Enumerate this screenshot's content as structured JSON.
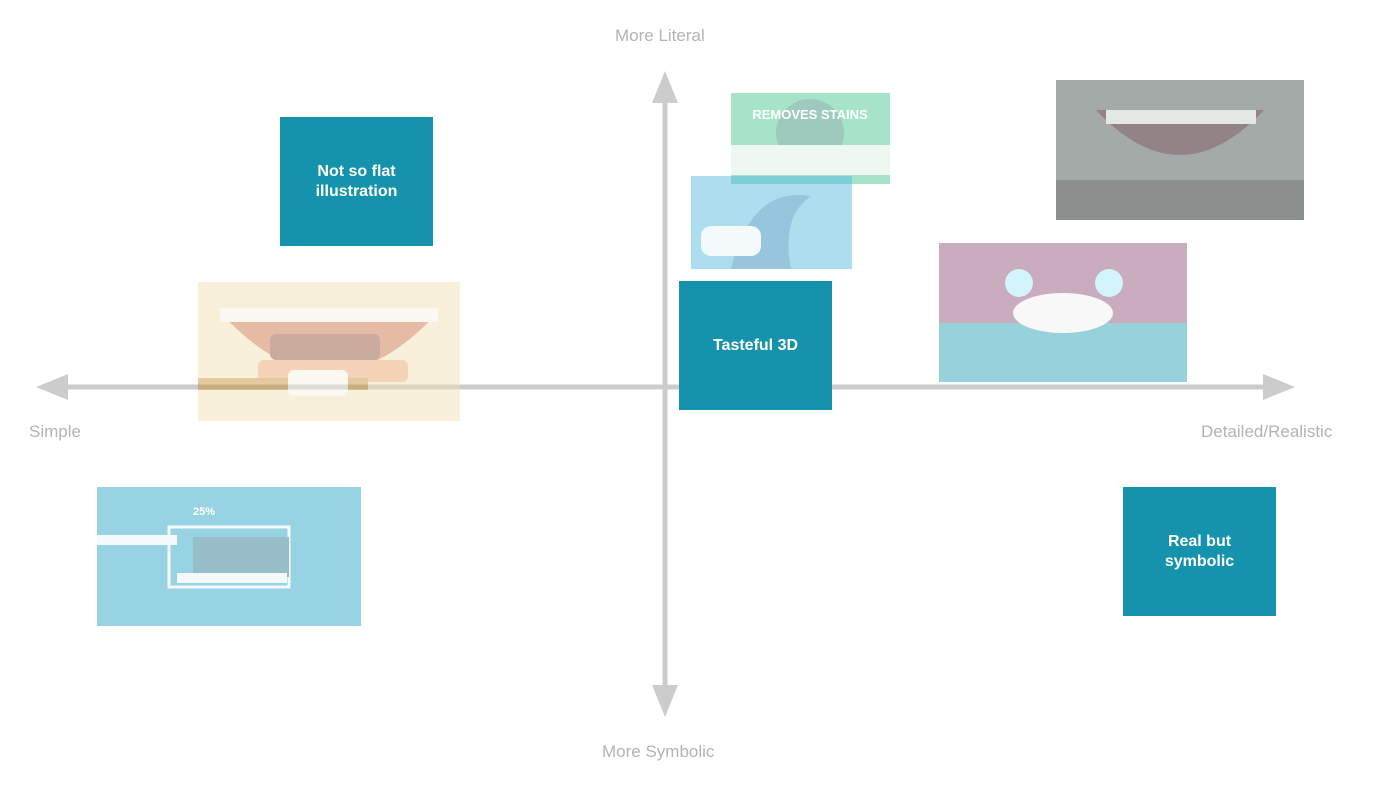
{
  "axes": {
    "top": "More Literal",
    "bottom": "More Symbolic",
    "left": "Simple",
    "right": "Detailed/Realistic"
  },
  "categories": {
    "not_so_flat": "Not so flat illustration",
    "tasteful_3d": "Tasteful 3D",
    "real_symbolic": "Real but symbolic"
  },
  "thumbnails": {
    "stains_text": "REMOVES STAINS",
    "percent_text": "25%"
  },
  "colors": {
    "axis": "#cccccc",
    "tile": "#1593ad",
    "label": "#b3b3b3"
  }
}
